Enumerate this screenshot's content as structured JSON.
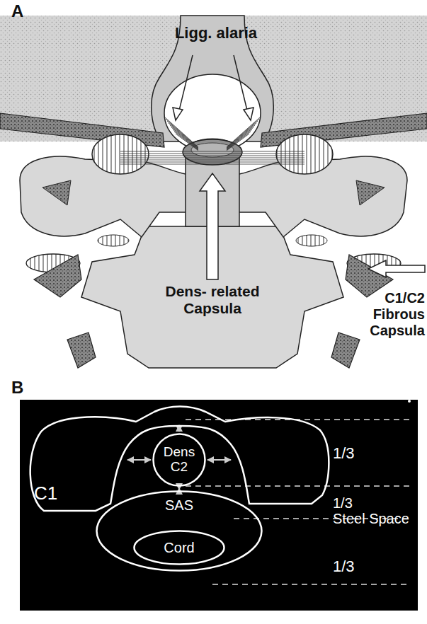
{
  "diagram": {
    "nodes": [
      {
        "text": [
          "C1"
        ]
      },
      {
        "text": [
          "Dens C2"
        ]
      },
      {
        "text": [
          "SAS"
        ]
      },
      {
        "text": [
          "Cord"
        ],
        "in": 2
      }
    ],
    "edges": [
      {
        "from": 1,
        "to": 0,
        "arrow": "both"
      },
      {
        "from": 1,
        "to": 0,
        "arrow": "both"
      },
      {
        "from": 1,
        "to": 0,
        "arrow": "both"
      },
      {
        "from": 1,
        "to": 2,
        "arrow": "both"
      }
    ],
    "labels": [
      "A",
      "Ligg. alaria",
      "Dens- related Capsula",
      "C1/C2 Fibrous Capsula",
      "B",
      "1/3",
      "1/3",
      "Steel Space",
      "1/3"
    ]
  }
}
